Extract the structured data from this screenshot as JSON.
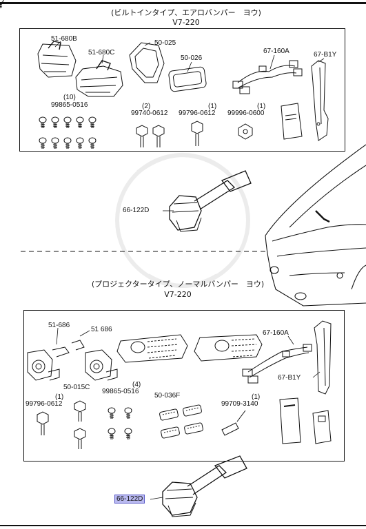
{
  "section1": {
    "title": "(ビルトインタイプ、エアロバンパー　ヨウ)",
    "model": "V7-220",
    "parts": {
      "p51680b": "51-680B",
      "p51680c": "51-680C",
      "p50025": "50-025",
      "p50026": "50-026",
      "p67160a": "67-160A",
      "p67b1y": "67-B1Y",
      "qty10": "(10)",
      "p99865": "99865-0516",
      "qty2": "(2)",
      "p99740": "99740-0612",
      "qty1a": "(1)",
      "p99796": "99796-0612",
      "qty1b": "(1)",
      "p99996": "99996-0600"
    },
    "switch_part": "66-122D"
  },
  "section2": {
    "title": "(プロジェクタータイプ、ノーマルバンパー　ヨウ)",
    "model": "V7-220",
    "parts": {
      "p51686a": "51-686",
      "p51686b": "51 686",
      "p67160a": "67-160A",
      "p67b1y": "67-B1Y",
      "p50015c": "50-015C",
      "qty4": "(4)",
      "p99865": "99865-0516",
      "p50036f": "50-036F",
      "qty1a": "(1)",
      "p99796": "99796-0612",
      "qty1b": "(1)",
      "p99709": "99709-3140"
    },
    "switch_part": "66-122D"
  }
}
